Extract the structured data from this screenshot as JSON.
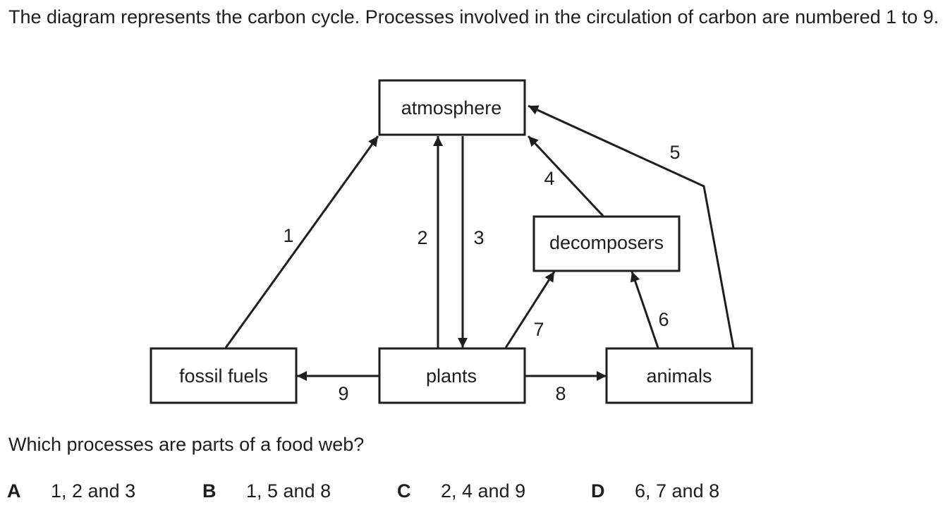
{
  "intro": {
    "sentence1": "The diagram represents the carbon cycle.",
    "sentence2": "Processes involved in the circulation of carbon are numbered 1 to 9."
  },
  "diagram": {
    "boxes": {
      "atmosphere": "atmosphere",
      "decomposers": "decomposers",
      "fossil_fuels": "fossil fuels",
      "plants": "plants",
      "animals": "animals"
    },
    "processes": [
      {
        "number": "1",
        "from": "fossil fuels",
        "to": "atmosphere"
      },
      {
        "number": "2",
        "from": "plants",
        "to": "atmosphere"
      },
      {
        "number": "3",
        "from": "atmosphere",
        "to": "plants"
      },
      {
        "number": "4",
        "from": "decomposers",
        "to": "atmosphere"
      },
      {
        "number": "5",
        "from": "animals",
        "to": "atmosphere"
      },
      {
        "number": "6",
        "from": "animals",
        "to": "decomposers"
      },
      {
        "number": "7",
        "from": "plants",
        "to": "decomposers"
      },
      {
        "number": "8",
        "from": "plants",
        "to": "animals"
      },
      {
        "number": "9",
        "from": "plants",
        "to": "fossil fuels"
      }
    ]
  },
  "question": "Which processes are parts of a food web?",
  "options": [
    {
      "letter": "A",
      "text": "1, 2 and 3"
    },
    {
      "letter": "B",
      "text": "1, 5 and 8"
    },
    {
      "letter": "C",
      "text": "2, 4 and 9"
    },
    {
      "letter": "D",
      "text": "6, 7 and 8"
    }
  ]
}
